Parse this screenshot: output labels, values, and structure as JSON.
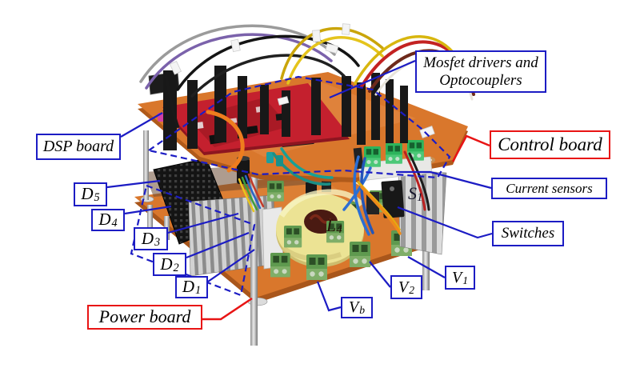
{
  "colors": {
    "callout_blue": "#1c1cc4",
    "callout_red": "#e81414",
    "pcb_orange": "#d9772c",
    "dsp_red": "#c4202e",
    "toroid_yellow": "#ece394",
    "terminal_green": "#5f9a4f",
    "sensor_green": "#2db45c",
    "heatsink_black": "#161616",
    "heatsink_silver": "#c6c6c6"
  },
  "callouts": {
    "mosfet_drivers": {
      "line1": "Mosfet drivers and",
      "line2": "Optocouplers"
    },
    "dsp_board": {
      "label": "DSP board"
    },
    "control_board": {
      "label": "Control board"
    },
    "current_sensors": {
      "label": "Current sensors"
    },
    "switches": {
      "label": "Switches"
    },
    "d5": {
      "base": "D",
      "sub": "5"
    },
    "d4": {
      "base": "D",
      "sub": "4"
    },
    "d3": {
      "base": "D",
      "sub": "3"
    },
    "d2": {
      "base": "D",
      "sub": "2"
    },
    "d1": {
      "base": "D",
      "sub": "1"
    },
    "power_board": {
      "label": "Power board"
    },
    "v_b": {
      "base": "V",
      "sub": "b"
    },
    "v_2": {
      "base": "V",
      "sub": "2"
    },
    "v_1": {
      "base": "V",
      "sub": "1"
    }
  },
  "photo_labels": {
    "s_1": {
      "base": "S",
      "sub": "1"
    },
    "l_4": {
      "base": "L",
      "sub": "4"
    }
  }
}
